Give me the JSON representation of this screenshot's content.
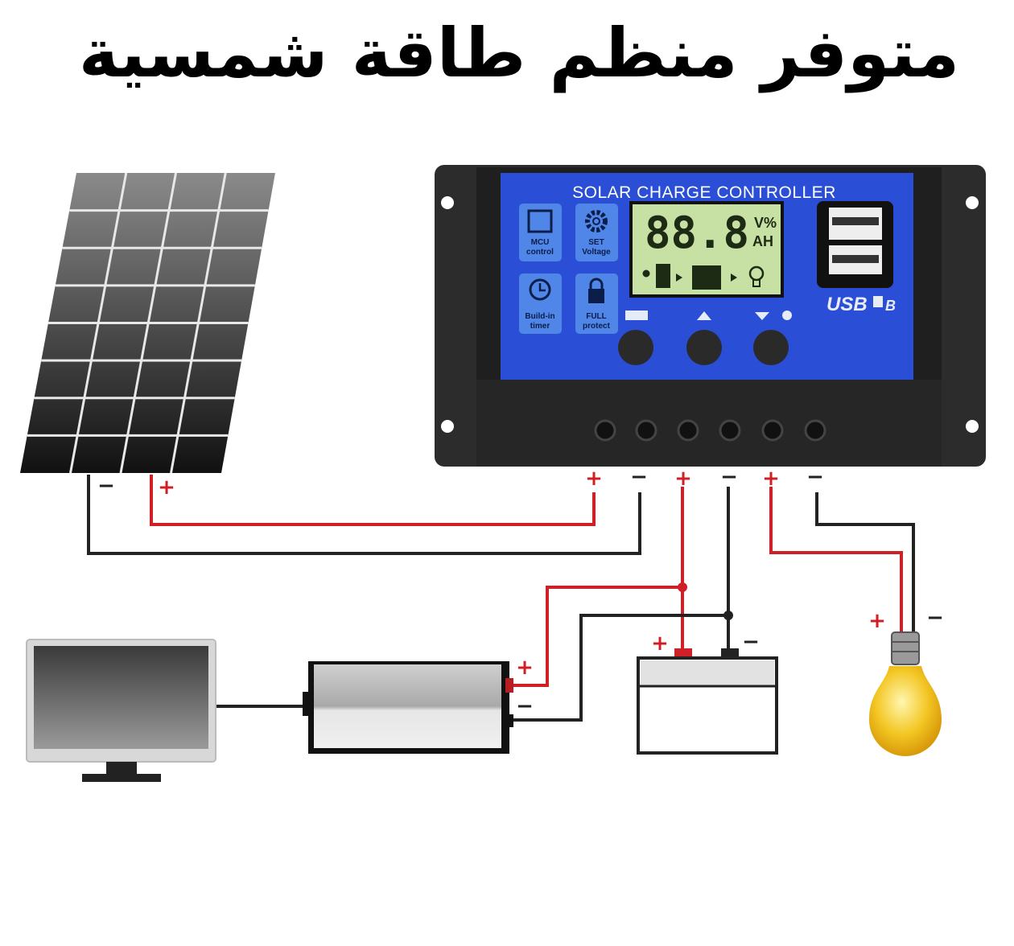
{
  "title": "متوفر منظم طاقة شمسية",
  "controller": {
    "label": "SOLAR CHARGE CONTROLLER",
    "lcd_digits": "88.8",
    "lcd_unit_top": "V%",
    "lcd_unit_bottom": "AH",
    "feature_icons": [
      {
        "icon": "chip-icon",
        "line1": "MCU",
        "line2": "control"
      },
      {
        "icon": "gear-icon",
        "line1": "SET",
        "line2": "Voltage"
      },
      {
        "icon": "clock-icon",
        "line1": "Build-in",
        "line2": "timer"
      },
      {
        "icon": "lock-icon",
        "line1": "FULL",
        "line2": "protect"
      }
    ],
    "usb_label": "USB",
    "usb_suffix": "B",
    "terminal_signs": [
      "+",
      "−",
      "+",
      "−",
      "+",
      "−"
    ]
  },
  "solar_panel": {
    "minus": "−",
    "plus": "+"
  },
  "inverter": {
    "plus": "+",
    "minus": "−"
  },
  "battery": {
    "plus": "+",
    "minus": "−"
  },
  "bulb": {
    "plus": "+",
    "minus": "−"
  },
  "colors": {
    "positive_wire": "#d02027",
    "negative_wire": "#222222",
    "controller_panel": "#2a4fd6",
    "lcd": "#c7e0a3"
  }
}
